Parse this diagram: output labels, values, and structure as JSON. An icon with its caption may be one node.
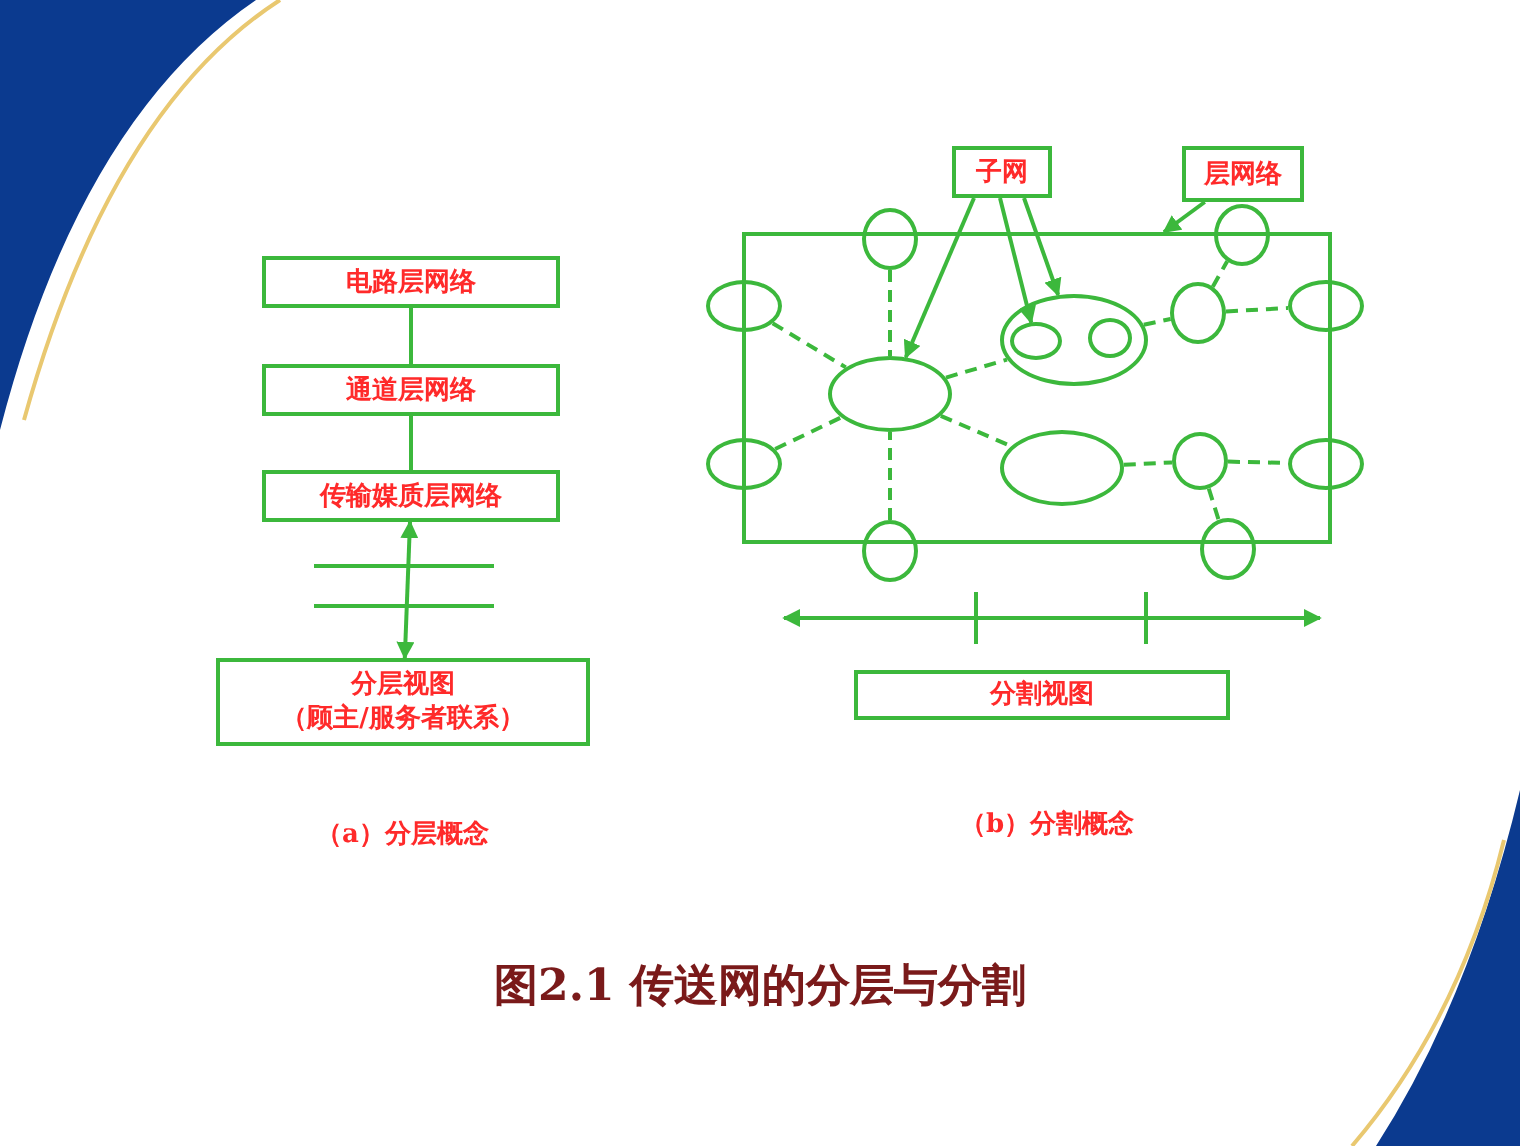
{
  "diagram": {
    "title": "图2.1 传送网的分层与分割",
    "nodes": [
      {
        "text": [
          "电路层网络"
        ]
      },
      {
        "text": [
          "通道层网络"
        ]
      },
      {
        "text": [
          "传输媒质层网络"
        ]
      },
      {
        "text": [
          "分层视图",
          "（顾主/服务者联系）"
        ]
      },
      {
        "text": [
          "子网"
        ]
      },
      {
        "text": [
          "层网络"
        ]
      },
      {
        "text": [],
        "shape": "box"
      },
      {
        "text": [],
        "shape": "ellipse"
      },
      {
        "text": [],
        "shape": "ellipse"
      },
      {
        "text": [],
        "shape": "ellipse",
        "in": 6
      },
      {
        "text": [],
        "shape": "ellipse",
        "in": 6
      },
      {
        "text": [],
        "shape": "ellipse",
        "in": 10
      },
      {
        "text": [],
        "shape": "ellipse",
        "in": 10
      },
      {
        "text": [],
        "shape": "ellipse"
      },
      {
        "text": [],
        "shape": "ellipse",
        "in": 6
      },
      {
        "text": [],
        "shape": "ellipse"
      },
      {
        "text": [],
        "shape": "ellipse"
      },
      {
        "text": [],
        "shape": "ellipse",
        "in": 6
      },
      {
        "text": [],
        "shape": "ellipse"
      },
      {
        "text": [],
        "shape": "ellipse",
        "in": 6
      },
      {
        "text": [],
        "shape": "ellipse"
      },
      {
        "text": [],
        "shape": "ellipse"
      },
      {
        "text": [
          "分割视图"
        ]
      }
    ],
    "edges": [
      {
        "from": 0,
        "to": 1,
        "arrow": "none"
      },
      {
        "from": 1,
        "to": 2,
        "arrow": "none"
      },
      {
        "from": 2,
        "to": 3,
        "arrow": "both"
      },
      {
        "from": 4,
        "to": 9,
        "arrow": "to"
      },
      {
        "from": 4,
        "to": 11,
        "arrow": "to"
      },
      {
        "from": 4,
        "to": 10,
        "arrow": "to"
      },
      {
        "from": 5,
        "to": 6,
        "arrow": "to"
      },
      {
        "from": 7,
        "to": 9,
        "arrow": "none",
        "style": "dashed"
      },
      {
        "from": 8,
        "to": 9,
        "arrow": "none",
        "style": "dashed"
      },
      {
        "from": 13,
        "to": 9,
        "arrow": "none",
        "style": "dashed"
      },
      {
        "from": 15,
        "to": 9,
        "arrow": "none",
        "style": "dashed"
      },
      {
        "from": 9,
        "to": 10,
        "arrow": "none",
        "style": "dashed"
      },
      {
        "from": 9,
        "to": 14,
        "arrow": "none",
        "style": "dashed"
      },
      {
        "from": 10,
        "to": 17,
        "arrow": "none",
        "style": "dashed"
      },
      {
        "from": 17,
        "to": 16,
        "arrow": "none",
        "style": "dashed"
      },
      {
        "from": 17,
        "to": 18,
        "arrow": "none",
        "style": "dashed"
      },
      {
        "from": 14,
        "to": 19,
        "arrow": "none",
        "style": "dashed"
      },
      {
        "from": 19,
        "to": 20,
        "arrow": "none",
        "style": "dashed"
      },
      {
        "from": 19,
        "to": 21,
        "arrow": "none",
        "style": "dashed"
      }
    ],
    "labels": [
      "（a）分层概念",
      "（b）分割概念"
    ]
  }
}
